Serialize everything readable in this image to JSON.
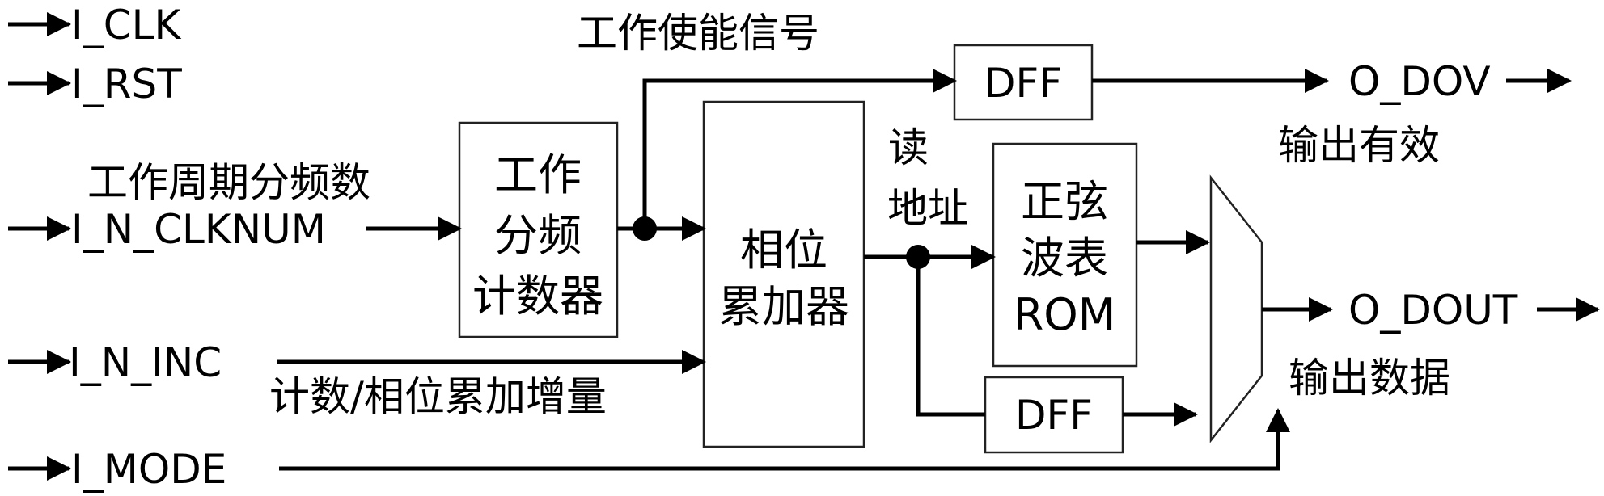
{
  "inputs": {
    "clk": "I_CLK",
    "rst": "I_RST",
    "n_clknum": "I_N_CLKNUM",
    "n_inc": "I_N_INC",
    "mode": "I_MODE"
  },
  "outputs": {
    "dov": "O_DOV",
    "dout": "O_DOUT"
  },
  "annotations": {
    "enable_signal": "工作使能信号",
    "clock_divisor": "工作周期分频数",
    "increment": "计数/相位累加增量",
    "read_address": [
      "读",
      "地址"
    ],
    "output_valid": "输出有效",
    "output_data": "输出数据"
  },
  "blocks": {
    "divider_counter": [
      "工作",
      "分频",
      "计数器"
    ],
    "phase_accumulator": [
      "相位",
      "累加器"
    ],
    "sine_rom": [
      "正弦",
      "波表",
      "ROM"
    ],
    "dff_top": "DFF",
    "dff_bottom": "DFF"
  }
}
